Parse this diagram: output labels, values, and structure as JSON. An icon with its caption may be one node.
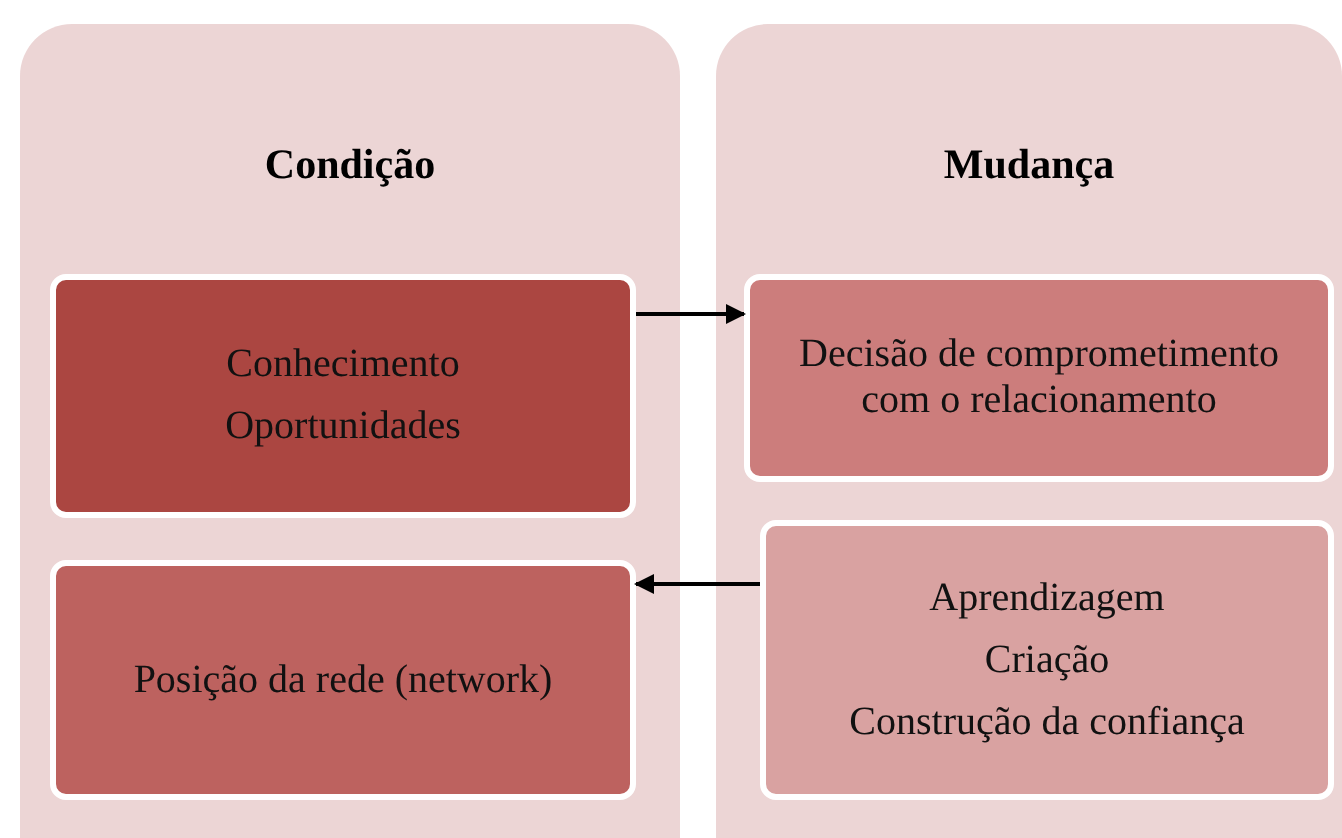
{
  "diagram": {
    "nodes": [
      {
        "text": [
          "Condição"
        ]
      },
      {
        "text": [
          "Conhecimento",
          "Oportunidades"
        ],
        "in": 0
      },
      {
        "text": [
          "Posição da rede (network)"
        ],
        "in": 0
      },
      {
        "text": [
          "Mudança"
        ]
      },
      {
        "text": [
          "Decisão de comprometimento com o relacionamento"
        ],
        "in": 3
      },
      {
        "text": [
          "Aprendizagem",
          "Criação",
          "Construção da confiança"
        ],
        "in": 3
      }
    ],
    "edges": [
      {
        "from": 1,
        "to": 4,
        "arrow": "to"
      },
      {
        "from": 5,
        "to": 2,
        "arrow": "to"
      }
    ]
  }
}
